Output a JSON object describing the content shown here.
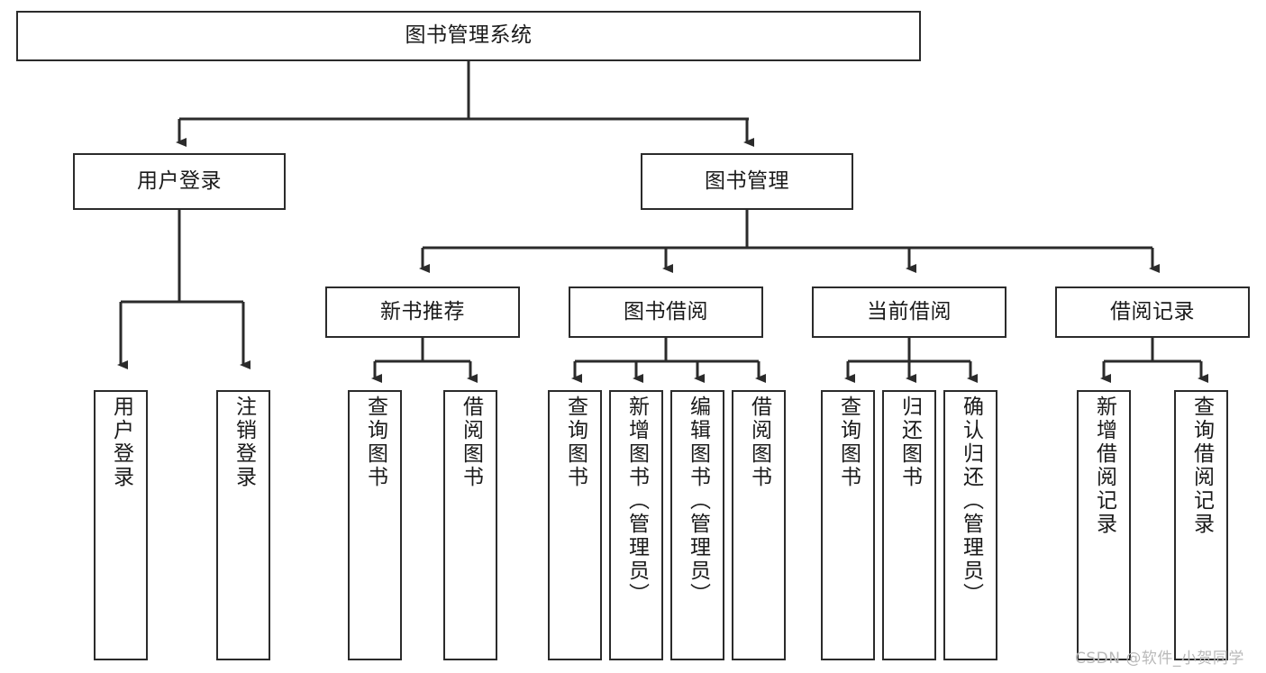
{
  "diagram": {
    "title": "图书管理系统",
    "type": "tree-hierarchy-diagram",
    "colors": {
      "stroke": "#2b2b2b",
      "fill": "#ffffff",
      "text": "#1a1a1a",
      "watermark": "#b9b9b9"
    },
    "levels": {
      "root": {
        "label": "图书管理系统"
      },
      "level2": [
        {
          "label": "用户登录"
        },
        {
          "label": "图书管理"
        }
      ],
      "level3": [
        {
          "label": "新书推荐"
        },
        {
          "label": "图书借阅"
        },
        {
          "label": "当前借阅"
        },
        {
          "label": "借阅记录"
        }
      ],
      "leaves": {
        "user_login": [
          {
            "label": "用户登录"
          },
          {
            "label": "注销登录"
          }
        ],
        "new_book_recommend": [
          {
            "label": "查询图书"
          },
          {
            "label": "借阅图书"
          }
        ],
        "book_borrow": [
          {
            "label": "查询图书"
          },
          {
            "label": "新增图书（管理员）"
          },
          {
            "label": "编辑图书（管理员）"
          },
          {
            "label": "借阅图书"
          }
        ],
        "current_borrow": [
          {
            "label": "查询图书"
          },
          {
            "label": "归还图书"
          },
          {
            "label": "确认归还（管理员）"
          }
        ],
        "borrow_record": [
          {
            "label": "新增借阅记录"
          },
          {
            "label": "查询借阅记录"
          }
        ]
      }
    }
  },
  "watermark": {
    "text": "CSDN @软件_小贺同学"
  }
}
